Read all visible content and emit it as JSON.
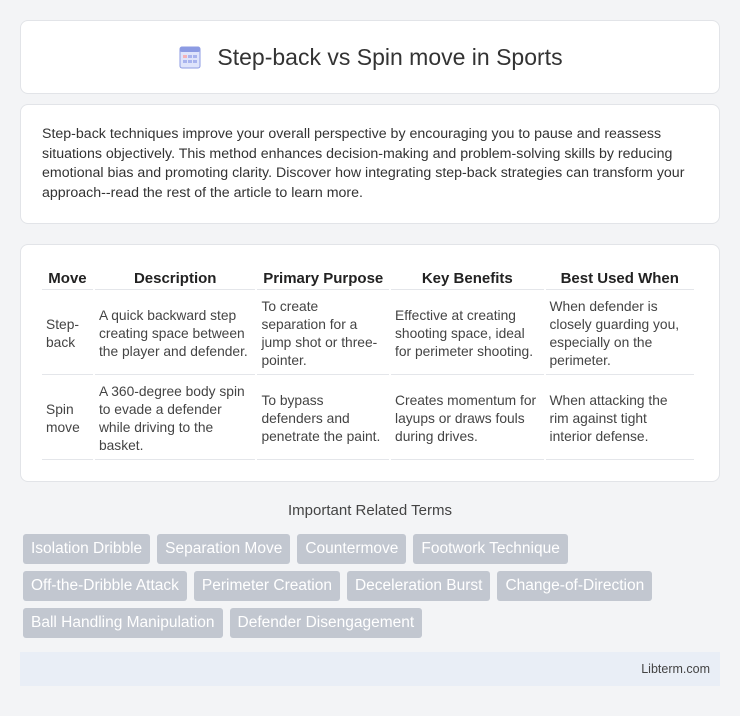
{
  "header": {
    "title": "Step-back vs Spin move in Sports",
    "icon": "document-icon"
  },
  "intro": {
    "text": "Step-back techniques improve your overall perspective by encouraging you to pause and reassess situations objectively. This method enhances decision-making and problem-solving skills by reducing emotional bias and promoting clarity. Discover how integrating step-back strategies can transform your approach--read the rest of the article to learn more."
  },
  "table": {
    "headers": [
      "Move",
      "Description",
      "Primary Purpose",
      "Key Benefits",
      "Best Used When"
    ],
    "rows": [
      [
        "Step-back",
        "A quick backward step creating space between the player and defender.",
        "To create separation for a jump shot or three-pointer.",
        "Effective at creating shooting space, ideal for perimeter shooting.",
        "When defender is closely guarding you, especially on the perimeter."
      ],
      [
        "Spin move",
        "A 360-degree body spin to evade a defender while driving to the basket.",
        "To bypass defenders and penetrate the paint.",
        "Creates momentum for layups or draws fouls during drives.",
        "When attacking the rim against tight interior defense."
      ]
    ]
  },
  "related": {
    "title": "Important Related Terms",
    "tags": [
      "Isolation Dribble",
      "Separation Move",
      "Countermove",
      "Footwork Technique",
      "Off-the-Dribble Attack",
      "Perimeter Creation",
      "Deceleration Burst",
      "Change-of-Direction",
      "Ball Handling Manipulation",
      "Defender Disengagement"
    ]
  },
  "footer": {
    "site": "Libterm.com"
  },
  "colors": {
    "tag_bg": "#c2c7d0",
    "footer_bg": "#e9eef6",
    "icon_accent": "#7b8de0"
  }
}
